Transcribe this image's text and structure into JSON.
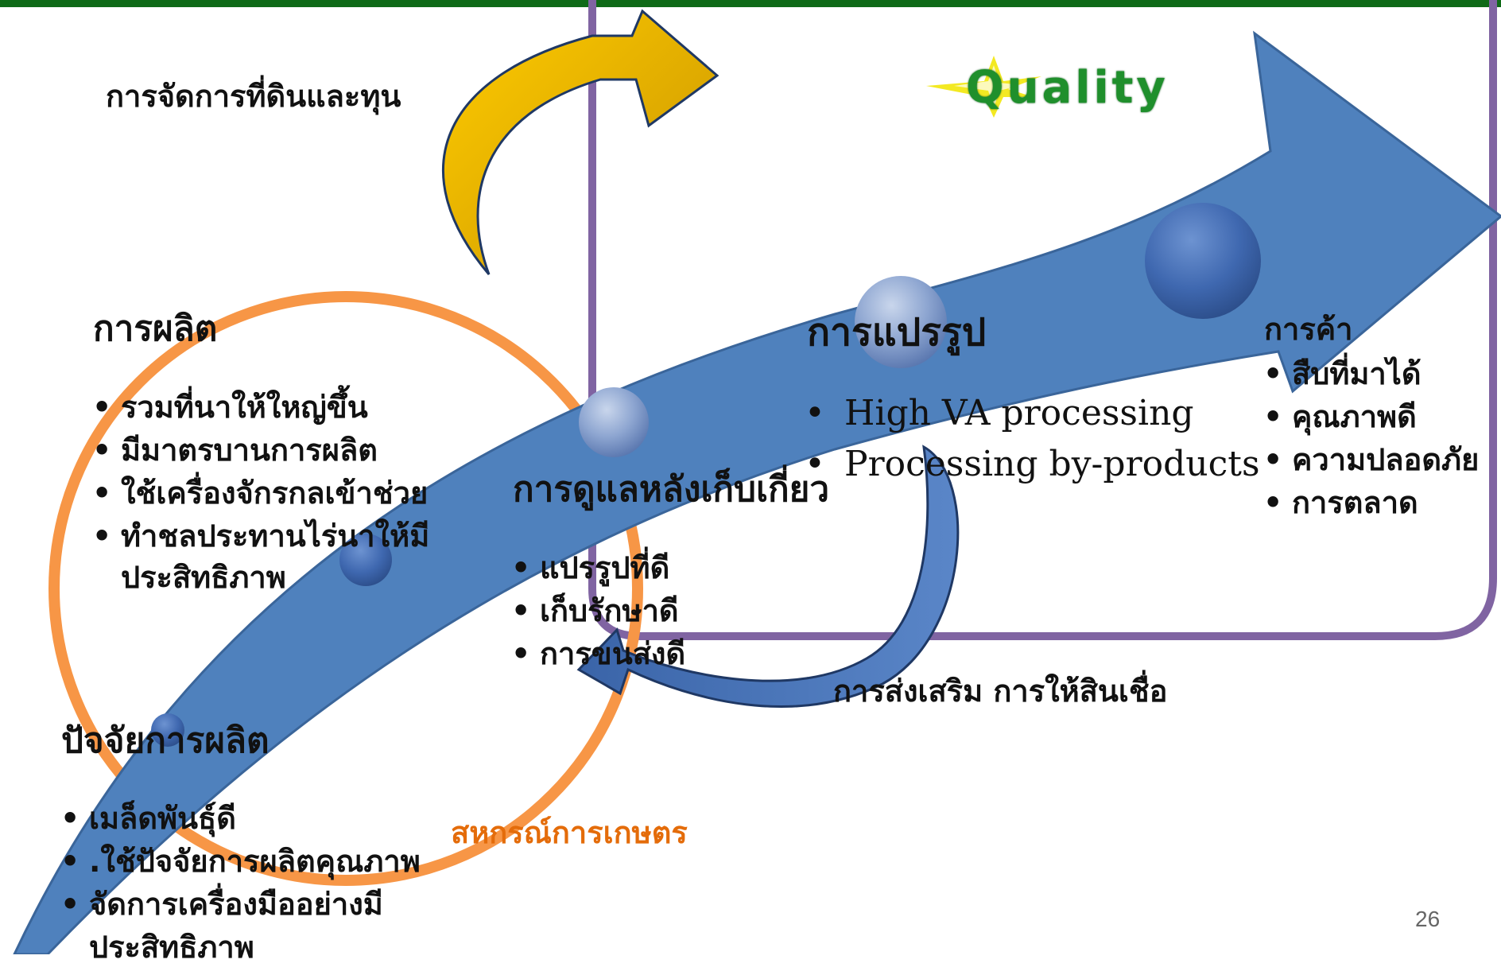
{
  "slide": {
    "page_number": "26",
    "top_label": "การจัดการที่ดินและทุน",
    "quality_logo_text": "Quality",
    "production": {
      "heading": "การผลิต",
      "items": [
        "รวมที่นาให้ใหญ่ขึ้น",
        "มีมาตรบานการผลิต",
        "ใช้เครื่องจักรกลเข้าช่วย",
        "ทำชลประทานไร่นาให้มี",
        "ประสิทธิภาพ"
      ]
    },
    "inputs": {
      "heading": "ปัจจัยการผลิต",
      "items": [
        "เมล็ดพันธุ์ดี",
        ".ใช้ปัจจัยการผลิตคุณภาพ",
        "จัดการเครื่องมืออย่างมี",
        "ประสิทธิภาพ"
      ]
    },
    "postharvest": {
      "heading": "การดูแลหลังเก็บเกี่ยว",
      "items": [
        "แปรรูปที่ดี",
        "เก็บรักษาดี",
        "การขนส่งดี"
      ]
    },
    "processing": {
      "heading": "การแปรรูป",
      "items": [
        "High VA processing",
        "Processing by-products"
      ]
    },
    "trade": {
      "heading": "การค้า",
      "items": [
        "สืบที่มาได้",
        "คุณภาพดี",
        "ความปลอดภัย",
        "การตลาด"
      ]
    },
    "promotion_label": "การส่งเสริม การให้สินเชื่อ",
    "coop_label": "สหกรณ์การเกษตร",
    "colors": {
      "top_bar": "#0f6a17",
      "main_arrow": "#4f81bd",
      "orange_circle": "#f79646",
      "purple_box": "#8064a2",
      "gold_arrow": "#ffc000",
      "coop_text": "#e46c0a",
      "quality_text": "#1f8f2c"
    }
  }
}
